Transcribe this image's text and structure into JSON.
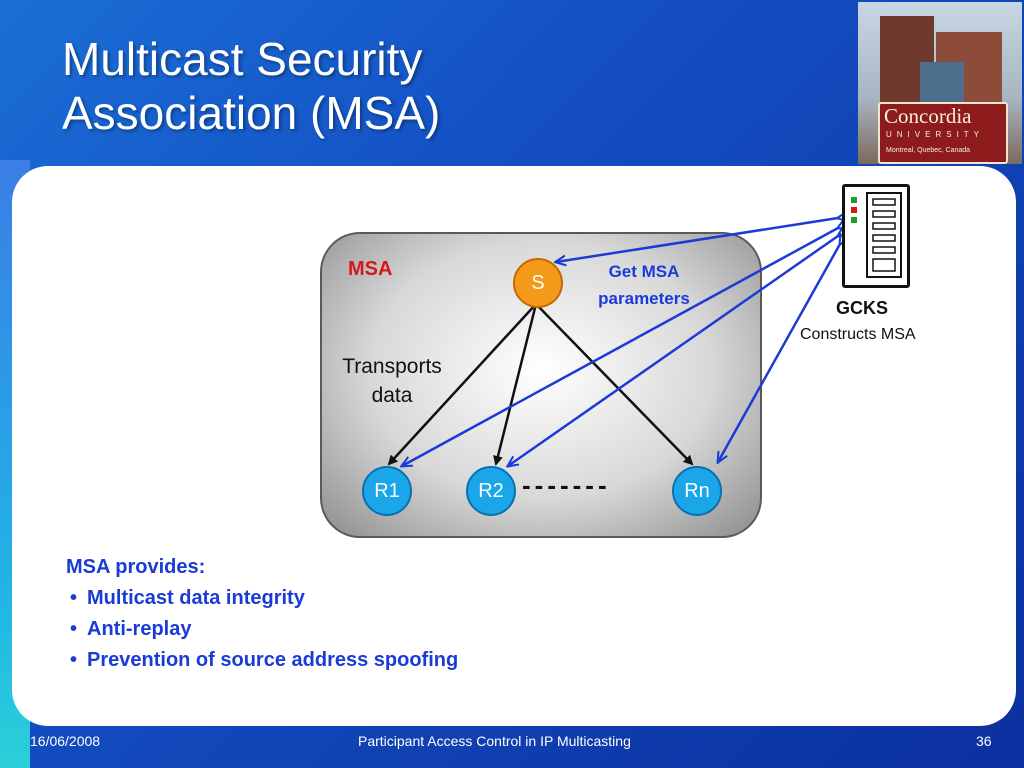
{
  "title": {
    "line1": "Multicast Security",
    "line2": "Association (MSA)"
  },
  "logo": {
    "name": "Concordia",
    "sub": "UNIVERSITY",
    "location": "Montreal, Quebec, Canada"
  },
  "diagram": {
    "group_label": "MSA",
    "source": "S",
    "receivers": [
      "R1",
      "R2",
      "Rn"
    ],
    "dashes": "-------",
    "transports_label": [
      "Transports",
      "data"
    ],
    "get_msa_label": [
      "Get MSA",
      "parameters"
    ],
    "gcks": {
      "name": "GCKS",
      "desc": "Constructs MSA"
    }
  },
  "provides": {
    "heading": "MSA provides:",
    "items": [
      "Multicast data integrity",
      "Anti-replay",
      "Prevention of source address spoofing"
    ]
  },
  "footer": {
    "date": "16/06/2008",
    "center": "Participant Access Control in IP Multicasting",
    "page": "36"
  },
  "colors": {
    "msa_label": "#d81818",
    "blue_text": "#1a3bd8",
    "source_node": "#f39a1a",
    "receiver_node": "#1aa6e8"
  }
}
